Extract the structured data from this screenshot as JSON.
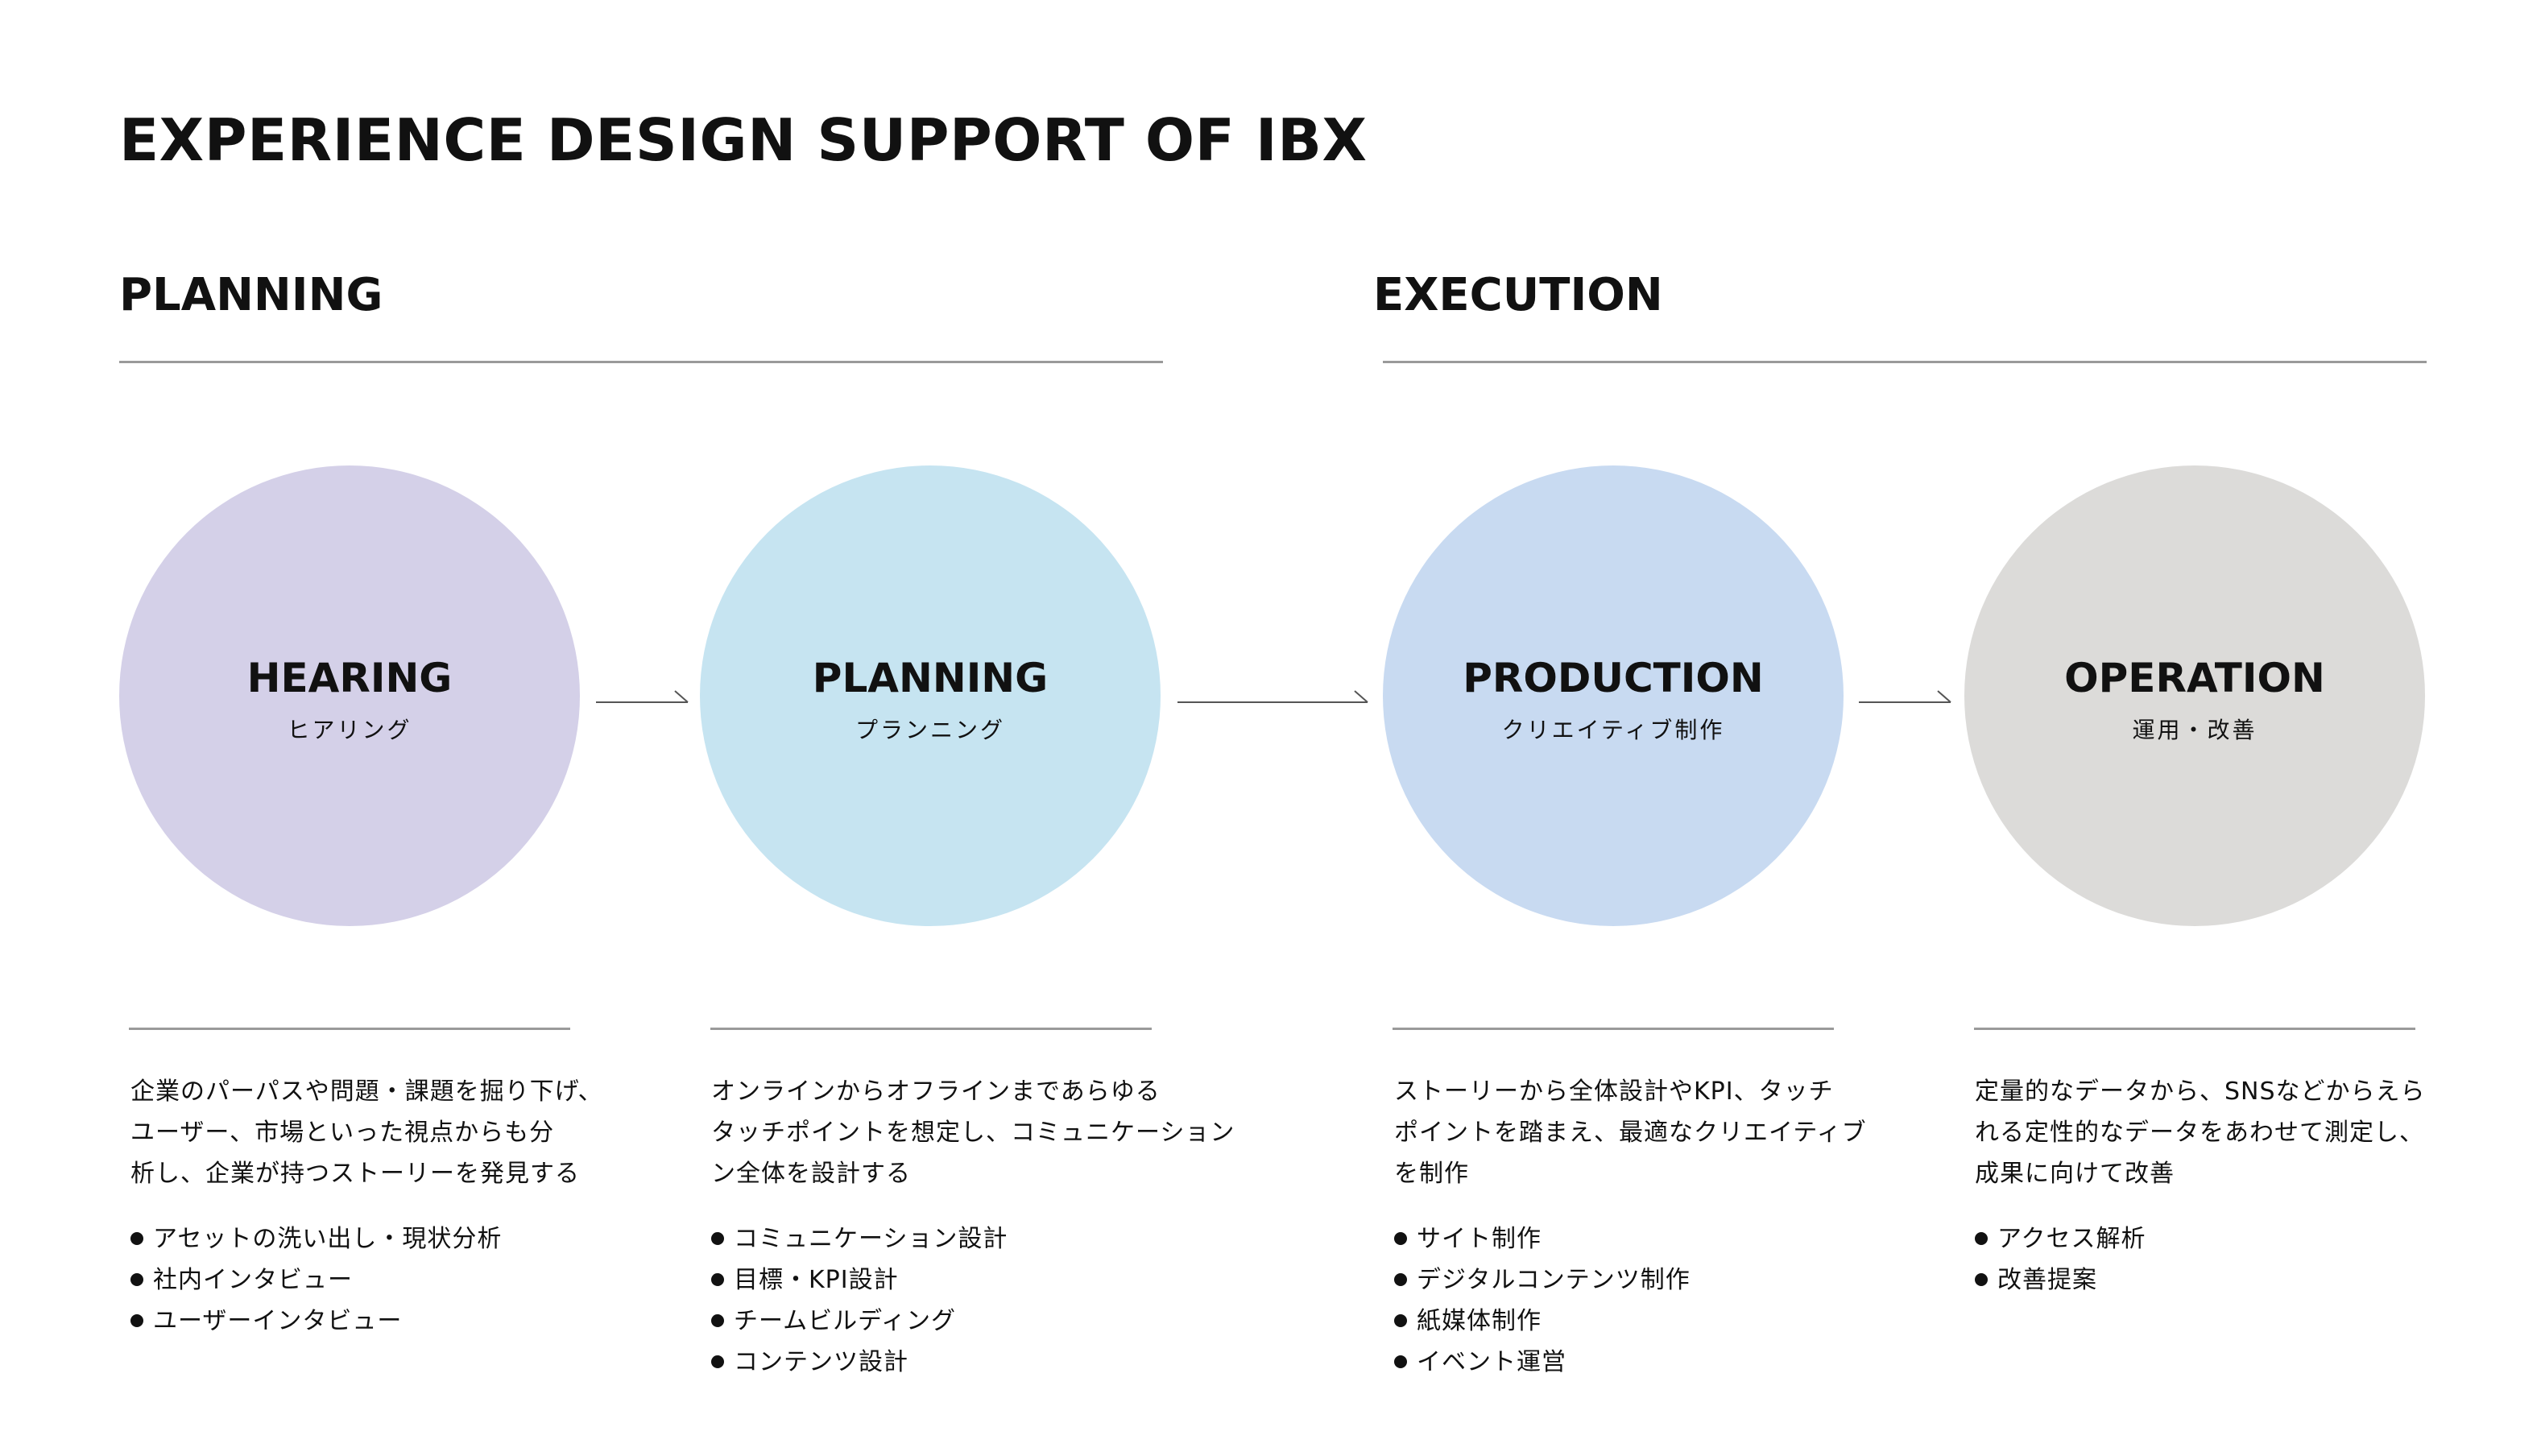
{
  "title": "EXPERIENCE DESIGN SUPPORT OF IBX",
  "phases": [
    {
      "label": "PLANNING"
    },
    {
      "label": "EXECUTION"
    }
  ],
  "steps": [
    {
      "name": "HEARING",
      "sub": "ヒアリング",
      "color": "#d4d0e8",
      "desc": [
        "企業のパーパスや問題・課題を掘り下げ、",
        "ユーザー、市場といった視点からも分",
        "析し、企業が持つストーリーを発見する"
      ],
      "items": [
        "アセットの洗い出し・現状分析",
        "社内インタビュー",
        "ユーザーインタビュー"
      ]
    },
    {
      "name": "PLANNING",
      "sub": "プランニング",
      "color": "#c6e4f1",
      "desc": [
        "オンラインからオフラインまであらゆる",
        "タッチポイントを想定し、コミュニケーション",
        "ン全体を設計する"
      ],
      "items": [
        "コミュニケーション設計",
        "目標・KPI設計",
        "チームビルディング",
        "コンテンツ設計"
      ]
    },
    {
      "name": "PRODUCTION",
      "sub": "クリエイティブ制作",
      "color": "#c8daf1",
      "desc": [
        "ストーリーから全体設計やKPI、タッチ",
        "ポイントを踏まえ、最適なクリエイティブ",
        "を制作"
      ],
      "items": [
        "サイト制作",
        "デジタルコンテンツ制作",
        "紙媒体制作",
        "イベント運営"
      ]
    },
    {
      "name": "OPERATION",
      "sub": "運用・改善",
      "color": "#dcdbd9",
      "desc": [
        "定量的なデータから、SNSなどからえら",
        "れる定性的なデータをあわせて測定し、",
        "成果に向けて改善"
      ],
      "items": [
        "アクセス解析",
        "改善提案"
      ]
    }
  ],
  "colors": {
    "rule": "#9a9a9a",
    "arrow": "#555555",
    "text": "#111111"
  }
}
